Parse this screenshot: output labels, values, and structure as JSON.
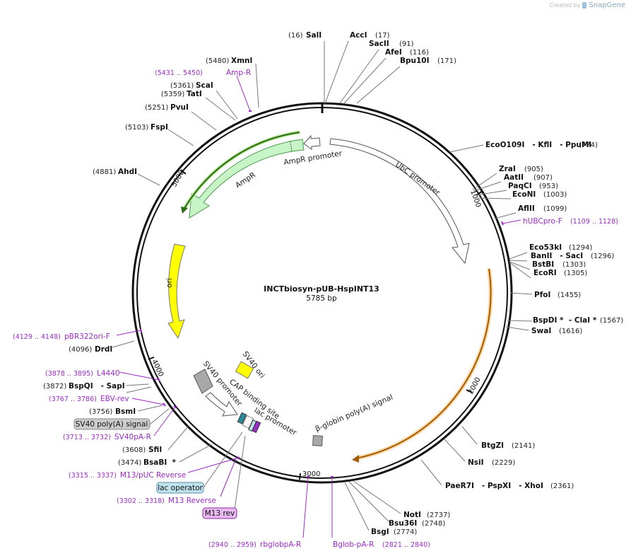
{
  "credit": {
    "text": "Created by",
    "brand": "SnapGene"
  },
  "plasmid": {
    "name": "INCTbiosyn-pUB-HspINT13",
    "length": "5785 bp"
  },
  "ticks": [
    "1000",
    "2000",
    "3000",
    "4000",
    "5000"
  ],
  "features": [
    {
      "id": "ubc",
      "label": "UbC promoter",
      "color": "#ffffff"
    },
    {
      "id": "ampr_prom",
      "label": "AmpR promoter",
      "color": "#ffffff"
    },
    {
      "id": "ampr",
      "label": "AmpR",
      "color": "#c8f5c8"
    },
    {
      "id": "ori",
      "label": "ori",
      "color": "#ffff00"
    },
    {
      "id": "bglobin",
      "label": "β-globin poly(A) signal",
      "color": "#ffffff"
    },
    {
      "id": "sv40ori",
      "label": "SV40 ori",
      "color": "#ffff00"
    },
    {
      "id": "sv40prom",
      "label": "SV40 promoter",
      "color": "#ffffff"
    },
    {
      "id": "cap",
      "label": "CAP binding site",
      "color": "#2a8a96"
    },
    {
      "id": "lacprom",
      "label": "lac promoter",
      "color": "#ffffff"
    },
    {
      "id": "lacop",
      "label": "lac operator",
      "color": "#bfe3ee"
    },
    {
      "id": "sv40pa",
      "label": "SV40 poly(A) signal",
      "color": "#cccccc"
    },
    {
      "id": "m13rev",
      "label": "M13 rev",
      "color": "#e8b9f0"
    }
  ],
  "sites": {
    "sali": {
      "name": "SalI",
      "pos": "(16)"
    },
    "acci": {
      "name": "AccI",
      "pos": "(17)"
    },
    "sacii": {
      "name": "SacII",
      "pos": "(91)"
    },
    "afei": {
      "name": "AfeI",
      "pos": "(116)"
    },
    "bpu10i": {
      "name": "Bpu10I",
      "pos": "(171)"
    },
    "eco109": {
      "name": "EcoO109I   - KflI   - PpuMI",
      "pos": "(774)"
    },
    "zrai": {
      "name": "ZraI",
      "pos": "(905)"
    },
    "aatii": {
      "name": "AatII",
      "pos": "(907)"
    },
    "paqci": {
      "name": "PaqCI",
      "pos": "(953)"
    },
    "econi": {
      "name": "EcoNI",
      "pos": "(1003)"
    },
    "aflii": {
      "name": "AflII",
      "pos": "(1099)"
    },
    "eco53": {
      "name": "Eco53kI",
      "pos": "(1294)"
    },
    "banii": {
      "name": "BanII   - SacI",
      "pos": "(1296)"
    },
    "bstbi": {
      "name": "BstBI",
      "pos": "(1303)"
    },
    "ecori": {
      "name": "EcoRI",
      "pos": "(1305)"
    },
    "pfoi": {
      "name": "PfoI",
      "pos": "(1455)"
    },
    "bspdi": {
      "name": "BspDI *  - ClaI *",
      "pos": "(1567)"
    },
    "swai": {
      "name": "SwaI",
      "pos": "(1616)"
    },
    "btgzi": {
      "name": "BtgZI",
      "pos": "(2141)"
    },
    "nsii": {
      "name": "NsiI",
      "pos": "(2229)"
    },
    "pae": {
      "name": "PaeR7I   - PspXI   - XhoI",
      "pos": "(2361)"
    },
    "noti": {
      "name": "NotI",
      "pos": "(2737)"
    },
    "bsu36": {
      "name": "Bsu36I",
      "pos": "(2748)"
    },
    "bsgi": {
      "name": "BsgI",
      "pos": "(2774)"
    },
    "xmni": {
      "name": "XmnI",
      "pos": "(5480)"
    },
    "scai": {
      "name": "ScaI",
      "pos": "(5361)"
    },
    "tati": {
      "name": "TatI",
      "pos": "(5359)"
    },
    "pvui": {
      "name": "PvuI",
      "pos": "(5251)"
    },
    "fspi": {
      "name": "FspI",
      "pos": "(5103)"
    },
    "ahdi": {
      "name": "AhdI",
      "pos": "(4881)"
    },
    "drdi": {
      "name": "DrdI",
      "pos": "(4096)"
    },
    "bspqi": {
      "name": "BspQI   - SapI",
      "pos": "(3872)"
    },
    "bsmi": {
      "name": "BsmI",
      "pos": "(3756)"
    },
    "sfii": {
      "name": "SfiI",
      "pos": "(3608)"
    },
    "bsabi": {
      "name": "BsaBI  *",
      "pos": "(3474)"
    }
  },
  "primers": {
    "ampr": {
      "name": "Amp-R",
      "pos": "(5431 .. 5450)"
    },
    "hubc": {
      "name": "hUBCpro-F",
      "pos": "(1109 .. 1128)"
    },
    "pbr": {
      "name": "pBR322ori-F",
      "pos": "(4129 .. 4148)"
    },
    "l4440": {
      "name": "L4440",
      "pos": "(3878 .. 3895)"
    },
    "ebv": {
      "name": "EBV-rev",
      "pos": "(3767 .. 3786)"
    },
    "sv40par": {
      "name": "SV40pA-R",
      "pos": "(3713 .. 3732)"
    },
    "m13puc": {
      "name": "M13/pUC Reverse",
      "pos": "(3315 .. 3337)"
    },
    "m13r": {
      "name": "M13 Reverse",
      "pos": "(3302 .. 3318)"
    },
    "rbglob": {
      "name": "rbglobpA-R",
      "pos": "(2940 .. 2959)"
    },
    "bglob": {
      "name": "Bglob-pA-R",
      "pos": "(2821 .. 2840)"
    }
  },
  "colors": {
    "primer": "#9b2bc4",
    "backbone": "#111111",
    "ampr_outline": "#2c6b10",
    "bglobin_fill": "#f5a623"
  }
}
